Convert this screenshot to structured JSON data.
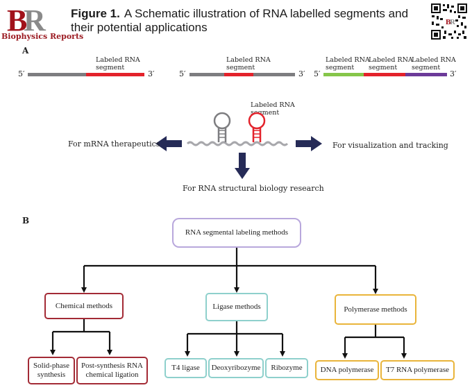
{
  "header": {
    "logo_initials": "BR",
    "logo_name": "Biophysics Reports",
    "figure_label": "Figure  1.",
    "figure_caption": "A Schematic illustration of RNA labelled segments and their potential applications",
    "qr_code": "qr-code"
  },
  "panel_a": {
    "label": "A",
    "prime5": "5′",
    "prime3": "3′",
    "strand1_label": [
      "Labeled RNA",
      "segment"
    ],
    "strand2_label": [
      "Labeled RNA",
      "segment"
    ],
    "strand3_labels": [
      [
        "Labeled RNA",
        "segment"
      ],
      [
        "Labeled RNA",
        "segment"
      ],
      [
        "Labeled RNA",
        "segment"
      ]
    ],
    "hairpin_label": [
      "Labeled RNA",
      "segment"
    ],
    "left_app": "For mRNA therapeutics",
    "right_app": "For visualization and tracking",
    "bottom_app": "For RNA structural biology research",
    "colors": {
      "gray": "#7d7d80",
      "red": "#e3222b",
      "green": "#86c64a",
      "purple": "#6c3a99",
      "arrow": "#262b57"
    }
  },
  "panel_b": {
    "label": "B",
    "root": "RNA segmental labeling methods",
    "categories": [
      {
        "label": "Chemical methods",
        "children": [
          "Solid-phase synthesis",
          "Post-synthesis RNA chemical ligation"
        ]
      },
      {
        "label": "Ligase methods",
        "children": [
          "T4 ligase",
          "Deoxyribozyme",
          "Ribozyme"
        ]
      },
      {
        "label": "Polymerase methods",
        "children": [
          "DNA polymerase",
          "T7 RNA polymerase"
        ]
      }
    ],
    "colors": {
      "root": "#b8a7dc",
      "chemical": "#a32a35",
      "ligase": "#8ed0cc",
      "polymerase": "#e9b43a"
    }
  }
}
